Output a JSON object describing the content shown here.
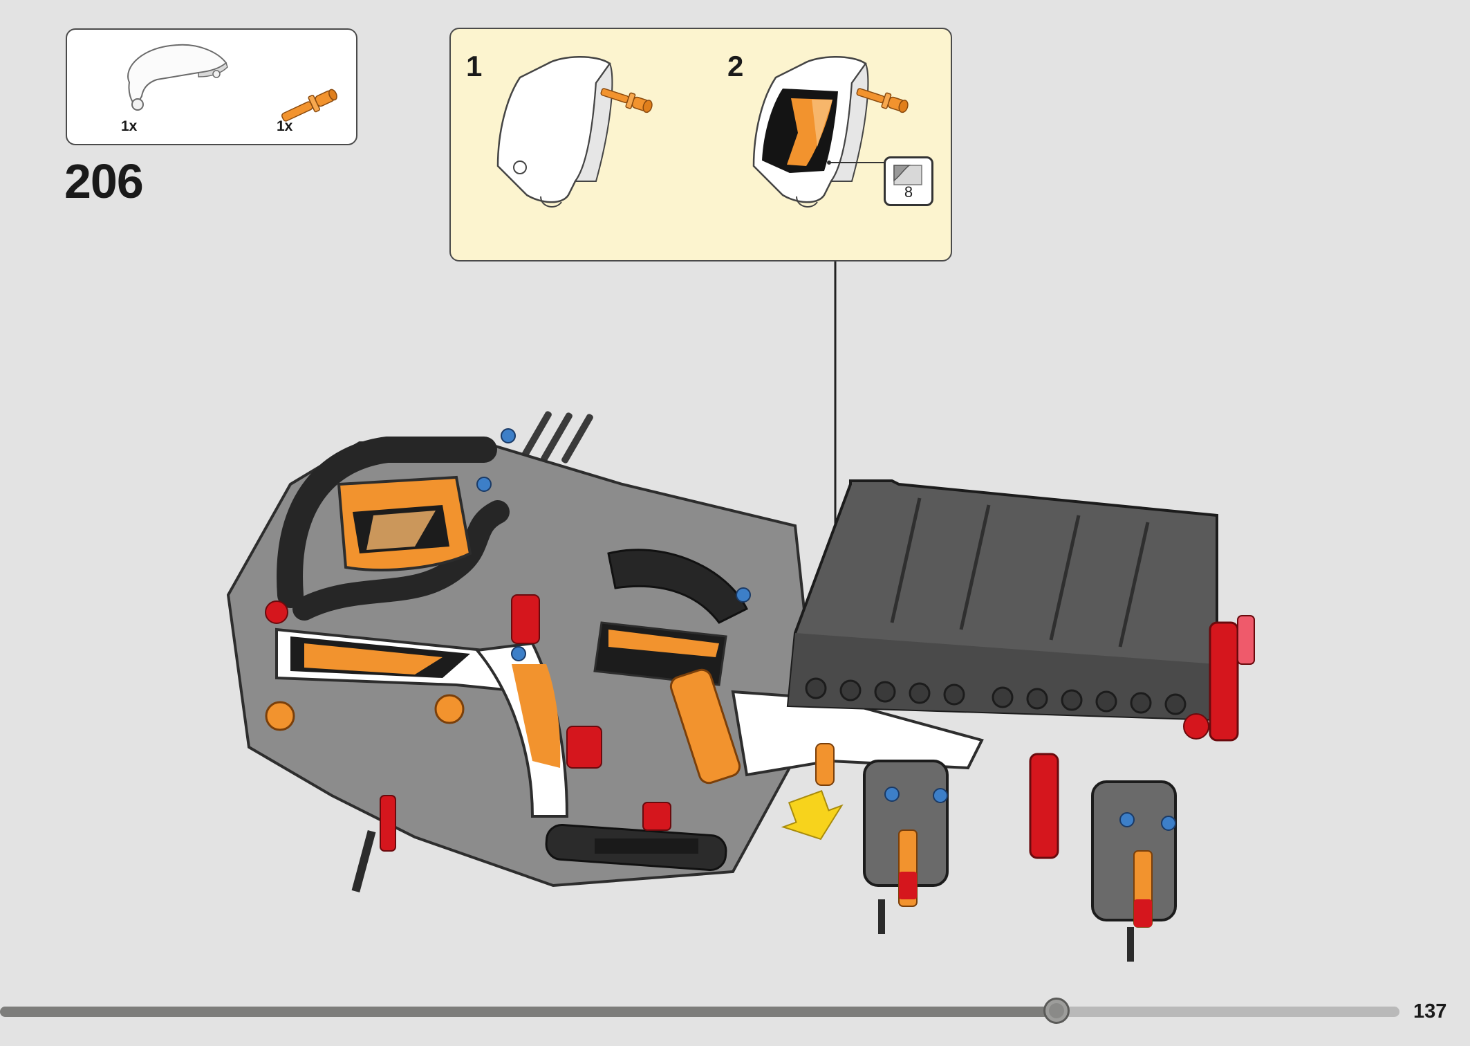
{
  "step": {
    "number": "206"
  },
  "parts": [
    {
      "qty": "1x",
      "icon": "white-curved-panel-icon",
      "color": "#ffffff"
    },
    {
      "qty": "1x",
      "icon": "orange-axle-pin-icon",
      "color": "#f2932e"
    }
  ],
  "callout": {
    "sub_steps": [
      {
        "label": "1"
      },
      {
        "label": "2"
      }
    ],
    "sticker": {
      "number": "8"
    }
  },
  "footer": {
    "page_number": "137",
    "progress": 0.755
  },
  "colors": {
    "background": "#e3e3e3",
    "callout_background": "#fcf4cf",
    "technic_orange": "#f2932e",
    "technic_dark_gray": "#5a5a5a",
    "technic_black": "#2b2b2b",
    "technic_red": "#d5161d"
  }
}
